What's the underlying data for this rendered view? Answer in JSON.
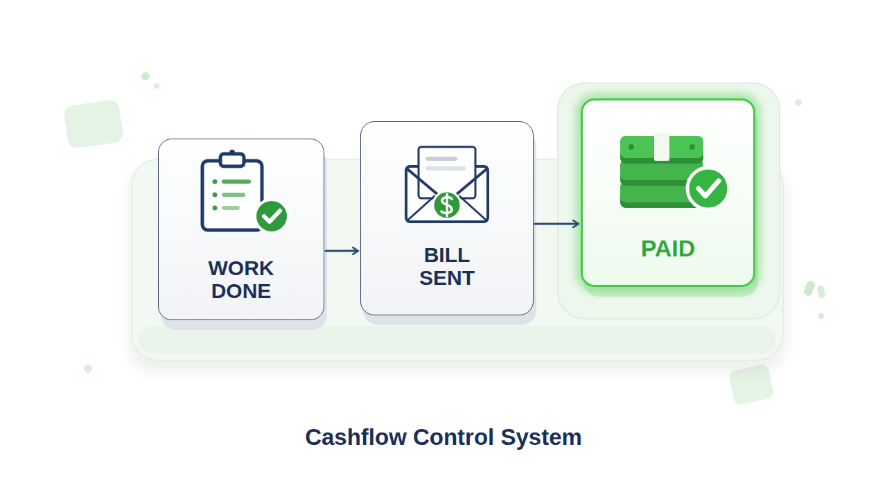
{
  "diagram": {
    "title": "Cashflow Control System",
    "nodes": [
      {
        "text": [
          "WORK DONE"
        ]
      },
      {
        "text": [
          "BILL SENT"
        ]
      },
      {
        "text": [
          "PAID"
        ]
      }
    ],
    "edges": [
      {
        "from": 0,
        "to": 1,
        "arrow": "to"
      },
      {
        "from": 1,
        "to": 2,
        "arrow": "to"
      }
    ]
  }
}
